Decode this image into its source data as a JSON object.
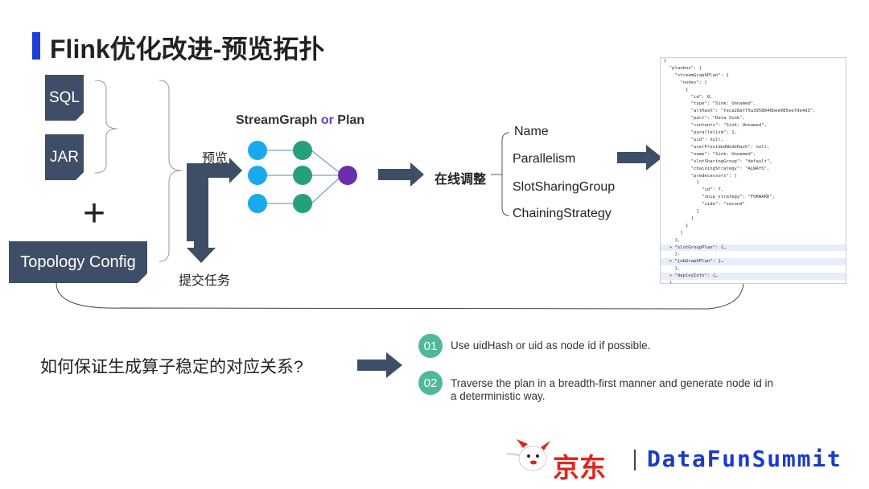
{
  "slide": {
    "title": "Flink优化改进-预览拓扑"
  },
  "sources": {
    "sql": "SQL",
    "jar": "JAR",
    "plus": "+",
    "topology": "Topology Config"
  },
  "flow": {
    "preview_label": "预览",
    "submit_label": "提交任务",
    "streamgraph_title_a": "StreamGraph",
    "streamgraph_title_or": " or ",
    "streamgraph_title_b": "Plan",
    "adjust_label": "在线调整",
    "properties": [
      "Name",
      "Parallelism",
      "SlotSharingGroup",
      "ChainingStrategy"
    ]
  },
  "json_panel": {
    "lines": [
      "{",
      "  \"planbox\": {",
      "    \"streamGraphPlan\": {",
      "      \"nodes\": [",
      "        {",
      "          \"id\": 0,",
      "          \"type\": \"Sink: Unnamed\",",
      "          \"altHash\": \"feca28aff5a3958840bee985ee7de4d3\",",
      "          \"pact\": \"Data Sink\",",
      "          \"contents\": \"Sink: Unnamed\",",
      "          \"parallelism\": 1,",
      "          \"uid\": null,",
      "          \"userProvidedNodeHash\": null,",
      "          \"name\": \"Sink: Unnamed\",",
      "          \"slotSharingGroup\": \"default\",",
      "          \"chainingStrategy\": \"ALWAYS\",",
      "          \"predecessors\": [",
      "            {",
      "              \"id\": 7,",
      "              \"ship_strategy\": \"FORWARD\",",
      "              \"side\": \"second\"",
      "            }",
      "          ]",
      "        }",
      "      ]",
      "    },",
      "  > \"slotGroupPlan\": {…",
      "    },",
      "  > \"jobGraphPlan\": {…",
      "    },",
      "  > \"deployInfo\": {…",
      "  }"
    ],
    "highlighted": [
      26,
      28,
      30
    ]
  },
  "question": "如何保证生成算子稳定的对应关系?",
  "tips": [
    {
      "num": "01",
      "text": "Use uidHash or uid as node id if possible."
    },
    {
      "num": "02",
      "text": "Traverse the plan in a breadth-first manner and generate node id in a deterministic way."
    }
  ],
  "footer": {
    "brand_cn": "京东",
    "brand_en": "DataFunSummit"
  },
  "colors": {
    "title_accent": "#1f3ed6",
    "box_fill": "#3e4e66",
    "arrow": "#3e4e66",
    "node_blue": "#1aa9ef",
    "node_green": "#25a07b",
    "node_purple": "#6a2db0",
    "badge": "#4fb89a",
    "jd_red": "#e1251b",
    "dfs_blue": "#1b3cc9"
  },
  "icons": [
    "jd-dog-mascot-icon"
  ]
}
